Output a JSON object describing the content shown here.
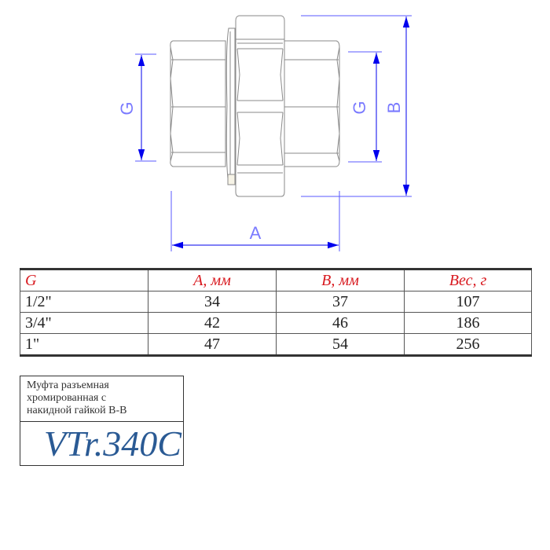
{
  "drawing": {
    "dimension_labels": {
      "left_thread": "G",
      "right_thread": "G",
      "height": "B",
      "length": "A"
    },
    "colors": {
      "dimension": "#0000ee",
      "outline": "#8a8a8a"
    }
  },
  "table": {
    "headers": [
      "G",
      "A, мм",
      "B, мм",
      "Вес, г"
    ],
    "rows": [
      [
        "1/2\"",
        "34",
        "37",
        "107"
      ],
      [
        "3/4\"",
        "42",
        "46",
        "186"
      ],
      [
        "1\"",
        "47",
        "54",
        "256"
      ]
    ],
    "header_color": "#d8191f"
  },
  "product": {
    "description_lines": [
      "Муфта разъемная",
      "хромированная с",
      "накидной гайкой В-В"
    ],
    "code": "VTr.340C",
    "code_color": "#2a5a94"
  }
}
